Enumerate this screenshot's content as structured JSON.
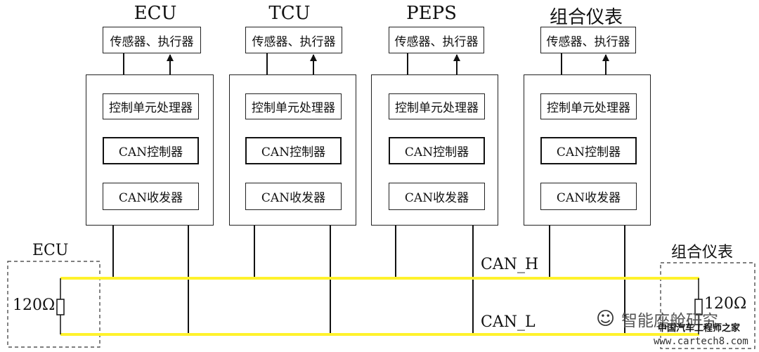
{
  "ecus": [
    {
      "name": "ECU",
      "sensors": "传感器、执行器",
      "processor": "控制单元处理器",
      "controller": "CAN控制器",
      "transceiver": "CAN收发器"
    },
    {
      "name": "TCU",
      "sensors": "传感器、执行器",
      "processor": "控制单元处理器",
      "controller": "CAN控制器",
      "transceiver": "CAN收发器"
    },
    {
      "name": "PEPS",
      "sensors": "传感器、执行器",
      "processor": "控制单元处理器",
      "controller": "CAN控制器",
      "transceiver": "CAN收发器"
    },
    {
      "name": "组合仪表",
      "sensors": "传感器、执行器",
      "processor": "控制单元处理器",
      "controller": "CAN控制器",
      "transceiver": "CAN收发器"
    }
  ],
  "bus": {
    "high_label": "CAN_H",
    "low_label": "CAN_L",
    "line_color": "#FFF22C"
  },
  "terminators": {
    "left": {
      "name": "ECU",
      "resistance": "120Ω"
    },
    "right": {
      "name": "组合仪表",
      "resistance": "120Ω"
    }
  },
  "watermark": {
    "channel": "智能座舱研究",
    "site_name": "中国汽车工程师之家",
    "url": "www.cartech8.com"
  }
}
